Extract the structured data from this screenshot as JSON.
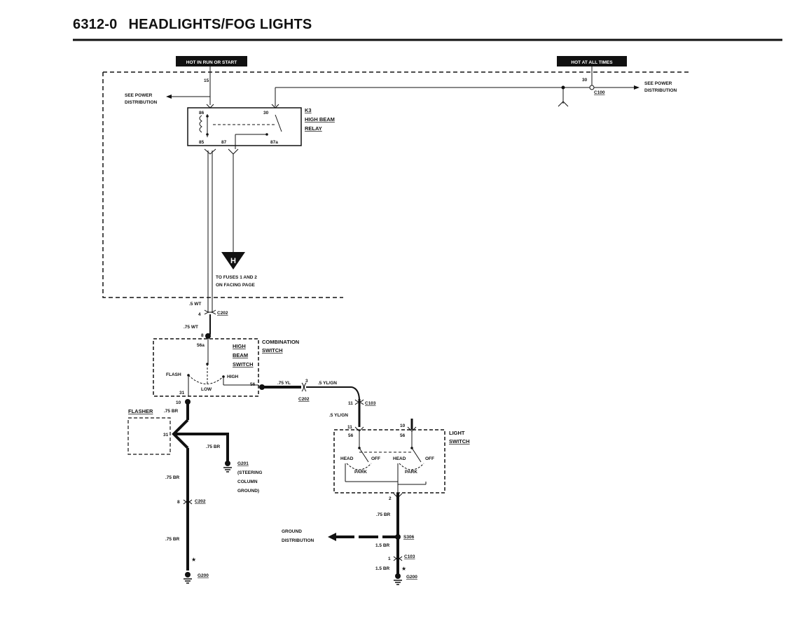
{
  "page": {
    "code": "6312-0",
    "title": "HEADLIGHTS/FOG LIGHTS"
  },
  "power": {
    "hot_run_start": "HOT IN RUN OR START",
    "hot_all_times": "HOT AT ALL TIMES",
    "pin_15": "15",
    "pin_30": "30",
    "see_power_left": [
      "SEE POWER",
      "DISTRIBUTION"
    ],
    "see_power_right": [
      "SEE POWER",
      "DISTRIBUTION"
    ],
    "c100": "C100"
  },
  "relay": {
    "id": "K3",
    "name_1": "HIGH BEAM",
    "name_2": "RELAY",
    "pins": {
      "p86": "86",
      "p30": "30",
      "p85": "85",
      "p87": "87",
      "p87a": "87a"
    }
  },
  "ground_h": {
    "letter": "H",
    "text_1": "TO FUSES 1 AND 2",
    "text_2": "ON FACING PAGE"
  },
  "wires": {
    "w_5wt": ".5 WT",
    "w_75wt": ".75 WT",
    "w_75yl": ".75 YL",
    "w_5ylgn_a": ".5 YL/GN",
    "w_5ylgn_b": ".5 YL/GN",
    "w_75br_a": ".75 BR",
    "w_75br_b": ".75 BR",
    "w_75br_c": ".75 BR",
    "w_75br_d": ".75 BR",
    "w_75br_e": ".75 BR",
    "w_15br_a": "1.5 BR",
    "w_15br_b": "1.5 BR"
  },
  "connectors": {
    "c202_a": "C202",
    "c202_a_pin": "4",
    "pin_8": "8",
    "c202_b": "C202",
    "c202_b_pin": "3",
    "c202_c": "C202",
    "c202_c_pin": "8",
    "c103_a": "C103",
    "c103_a_pin": "11",
    "c103_b": "C103",
    "c103_b_pin": "1",
    "pin_11": "11",
    "pin_2": "2",
    "pin_10a": "10",
    "pin_10b": "10",
    "pin_31": "31"
  },
  "combination_switch": {
    "title_1": "COMBINATION",
    "title_2": "SWITCH",
    "sub_1": "HIGH",
    "sub_2": "BEAM",
    "sub_3": "SWITCH",
    "pin_56a": "56a",
    "pin_56": "56",
    "pin_31": "31",
    "flash": "FLASH",
    "low": "LOW",
    "high": "HIGH"
  },
  "flasher": {
    "label": "FLASHER",
    "pin": "31"
  },
  "light_switch": {
    "title_1": "LIGHT",
    "title_2": "SWITCH",
    "pin_56_left": "56",
    "pin_56_right": "56",
    "head_1": "HEAD",
    "off_1": "OFF",
    "park_1": "PARK",
    "head_2": "HEAD",
    "off_2": "OFF",
    "park_2": "PARK"
  },
  "grounds": {
    "g201": "G201",
    "g201_desc_1": "(STEERING",
    "g201_desc_2": "COLUMN",
    "g201_desc_3": "GROUND)",
    "g200_a": "G200",
    "g200_b": "G200",
    "ground_dist_1": "GROUND",
    "ground_dist_2": "DISTRIBUTION",
    "s306": "S306",
    "star": "★"
  },
  "colors": {
    "ink": "#111111",
    "paper": "#ffffff"
  }
}
